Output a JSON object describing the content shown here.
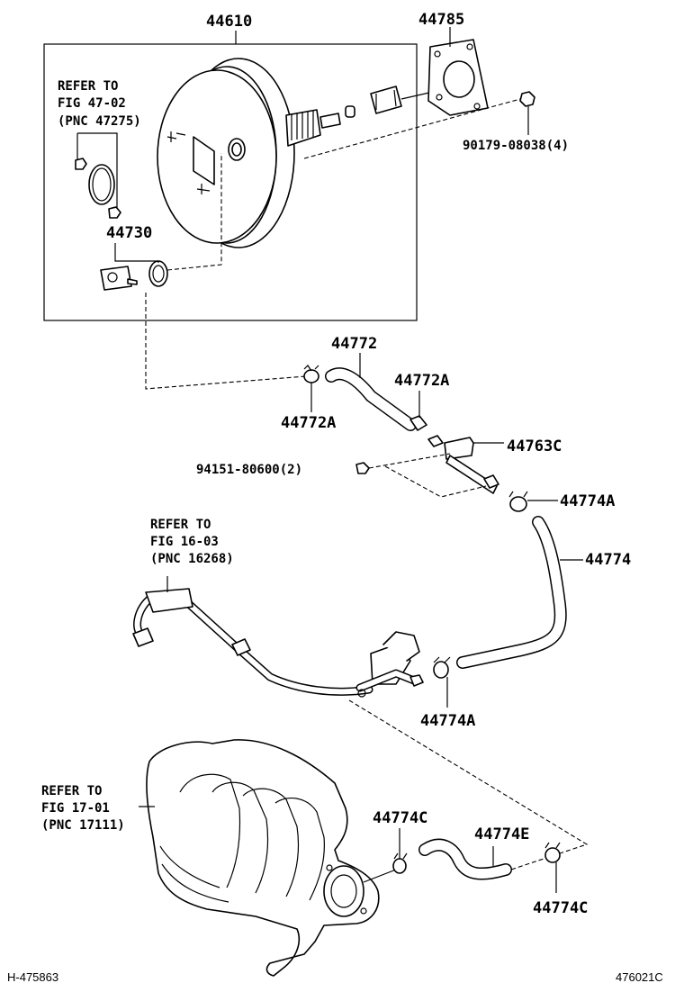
{
  "labels": {
    "l44610": "44610",
    "l44785": "44785",
    "l90179": "90179-08038(4)",
    "refer1_a": "REFER TO",
    "refer1_b": "FIG 47-02",
    "refer1_c": "(PNC 47275)",
    "l44730": "44730",
    "l44772": "44772",
    "l44772A_top": "44772A",
    "l44772A_left": "44772A",
    "l44763C": "44763C",
    "l94151": "94151-80600(2)",
    "l44774A_top": "44774A",
    "l44774": "44774",
    "refer2_a": "REFER TO",
    "refer2_b": "FIG 16-03",
    "refer2_c": "(PNC 16268)",
    "l44774A_bottom": "44774A",
    "refer3_a": "REFER TO",
    "refer3_b": "FIG 17-01",
    "refer3_c": "(PNC 17111)",
    "l44774C_left": "44774C",
    "l44774E": "44774E",
    "l44774C_right": "44774C",
    "footer_left": "H-475863",
    "footer_right": "476021C"
  }
}
